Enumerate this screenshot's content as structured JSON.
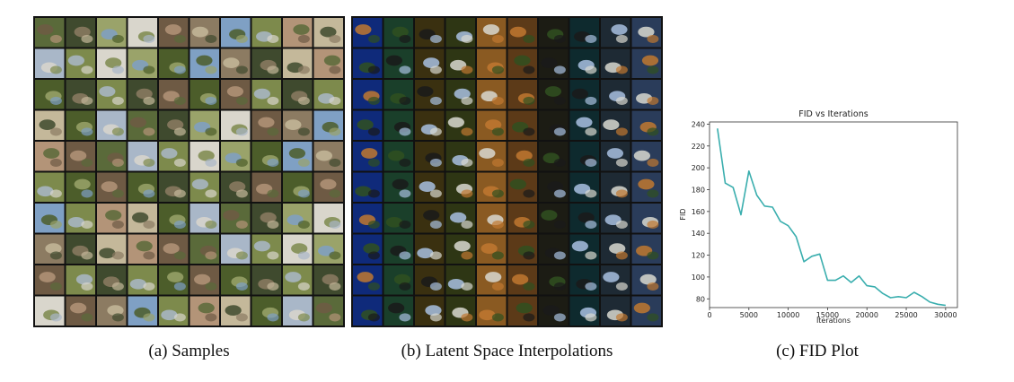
{
  "figure": {
    "panels": [
      {
        "id": "samples",
        "caption": "(a) Samples",
        "grid_rows": 10,
        "grid_cols": 10,
        "palette": [
          "#5a6a3a",
          "#7d8a4c",
          "#9aa36a",
          "#c4b89a",
          "#6e5a44",
          "#a9b7c8",
          "#7fa0c4",
          "#3f4a2e",
          "#b39478",
          "#d9d6cc",
          "#4c5d2a",
          "#8c7b62"
        ]
      },
      {
        "id": "interpolations",
        "caption": "(b) Latent Space Interpolations",
        "grid_rows": 10,
        "grid_cols": 10,
        "column_colors": [
          "#0f2a7a",
          "#1a3f2a",
          "#3a3010",
          "#2e3614",
          "#8a5a22",
          "#5c3a18",
          "#1c1c14",
          "#0e2a2e",
          "#1e2a34",
          "#2a3c5a"
        ]
      },
      {
        "id": "fid_plot",
        "caption": "(c) FID Plot"
      }
    ]
  },
  "chart_data": {
    "type": "line",
    "title": "FID vs Iterations",
    "xlabel": "Iterations",
    "ylabel": "FID",
    "xlim": [
      0,
      31500
    ],
    "ylim": [
      72,
      242
    ],
    "xticks": [
      0,
      5000,
      10000,
      15000,
      20000,
      25000,
      30000
    ],
    "yticks": [
      80,
      100,
      120,
      140,
      160,
      180,
      200,
      220,
      240
    ],
    "grid": false,
    "color": "#3aaeae",
    "series": [
      {
        "x": [
          1000,
          2000,
          3000,
          4000,
          5000,
          6000,
          7000,
          8000,
          9000,
          10000,
          11000,
          12000,
          13000,
          14000,
          15000,
          16000,
          17000,
          18000,
          19000,
          20000,
          21000,
          22000,
          23000,
          24000,
          25000,
          26000,
          27000,
          28000,
          29000,
          30000
        ],
        "y": [
          236,
          186,
          182,
          157,
          197,
          175,
          165,
          164,
          151,
          147,
          137,
          114,
          119,
          121,
          97,
          97,
          101,
          95,
          101,
          92,
          91,
          85,
          81,
          82,
          81,
          86,
          82,
          77,
          75,
          74
        ]
      }
    ]
  }
}
